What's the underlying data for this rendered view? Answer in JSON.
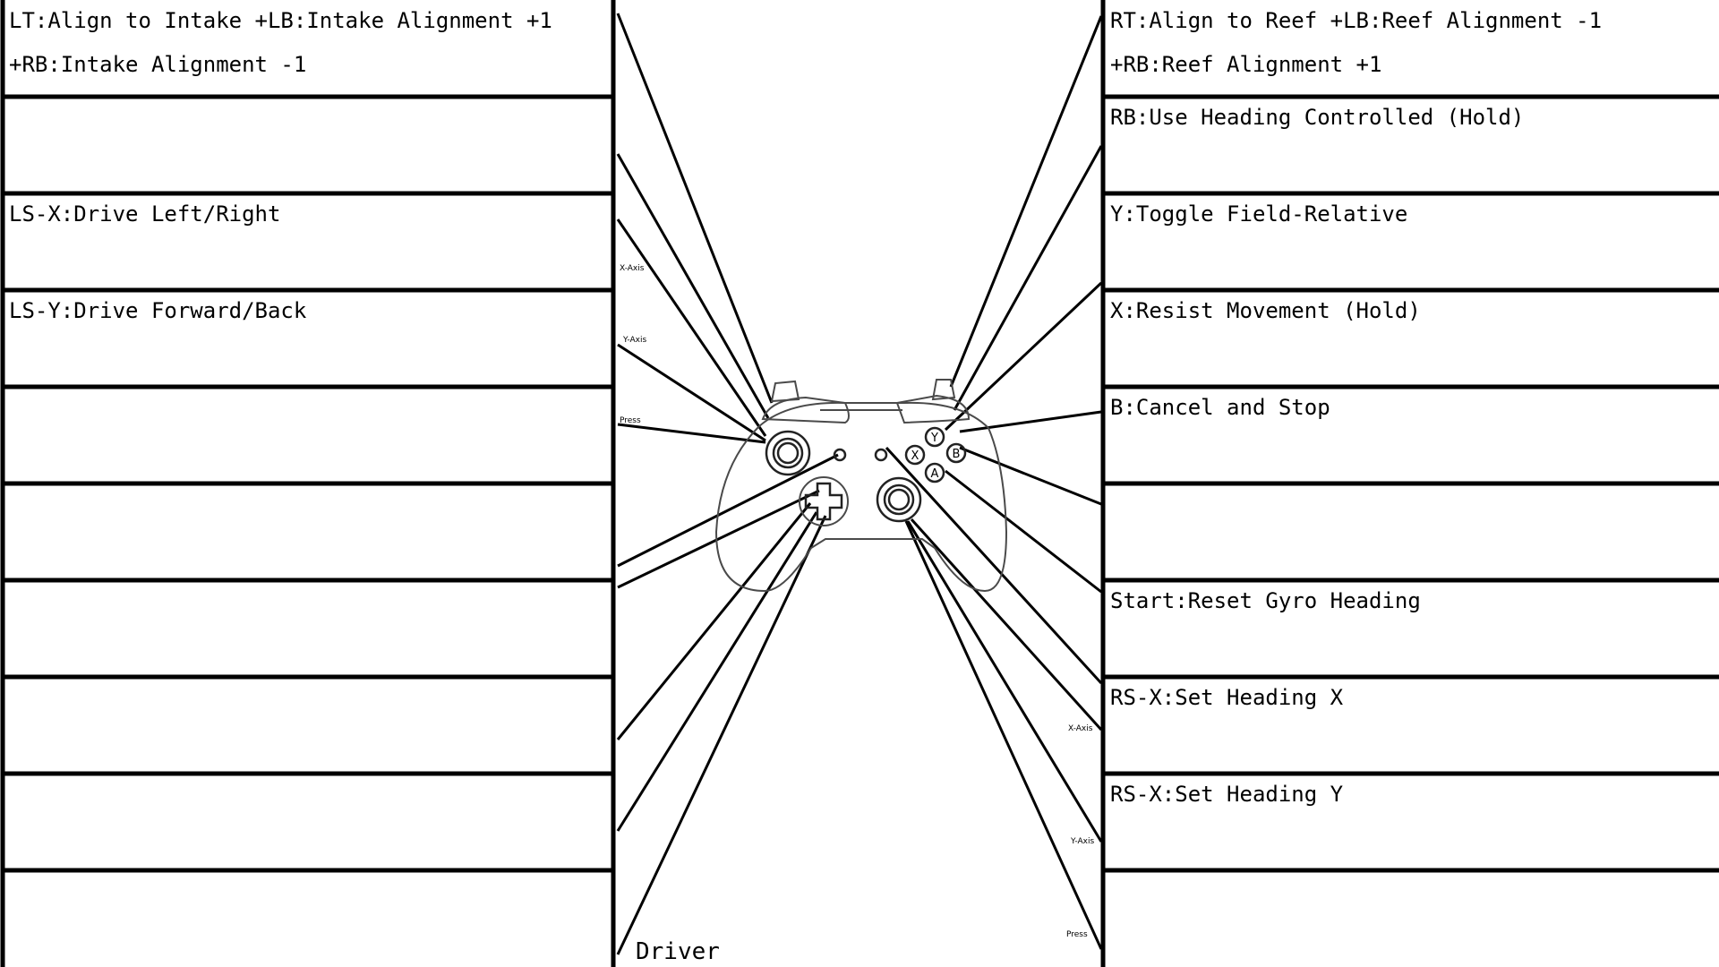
{
  "left_panel": {
    "cells": [
      {
        "line1": "LT:Align to Intake +LB:Intake Alignment +1",
        "line2": "+RB:Intake Alignment -1"
      },
      {
        "line1": "",
        "line2": ""
      },
      {
        "line1": "LS-X:Drive Left/Right",
        "line2": ""
      },
      {
        "line1": "LS-Y:Drive Forward/Back",
        "line2": ""
      },
      {
        "line1": "",
        "line2": ""
      },
      {
        "line1": "",
        "line2": ""
      },
      {
        "line1": "",
        "line2": ""
      },
      {
        "line1": "",
        "line2": ""
      },
      {
        "line1": "",
        "line2": ""
      },
      {
        "line1": "",
        "line2": ""
      }
    ]
  },
  "right_panel": {
    "cells": [
      {
        "line1": "RT:Align to Reef +LB:Reef Alignment -1",
        "line2": "+RB:Reef Alignment +1"
      },
      {
        "line1": "RB:Use Heading Controlled (Hold)",
        "line2": ""
      },
      {
        "line1": "Y:Toggle Field-Relative",
        "line2": ""
      },
      {
        "line1": "X:Resist Movement (Hold)",
        "line2": ""
      },
      {
        "line1": "B:Cancel and Stop",
        "line2": ""
      },
      {
        "line1": "",
        "line2": ""
      },
      {
        "line1": "Start:Reset Gyro Heading",
        "line2": ""
      },
      {
        "line1": "RS-X:Set Heading X",
        "line2": ""
      },
      {
        "line1": "RS-X:Set Heading Y",
        "line2": ""
      },
      {
        "line1": "",
        "line2": ""
      }
    ]
  },
  "axis_labels": {
    "left_x": "X-Axis",
    "left_y": "Y-Axis",
    "left_press": "Press",
    "right_x": "X-Axis",
    "right_y": "Y-Axis",
    "right_press": "Press"
  },
  "controller_buttons": {
    "y": "Y",
    "x": "X",
    "b": "B",
    "a": "A"
  },
  "footer": {
    "role": "Driver"
  }
}
